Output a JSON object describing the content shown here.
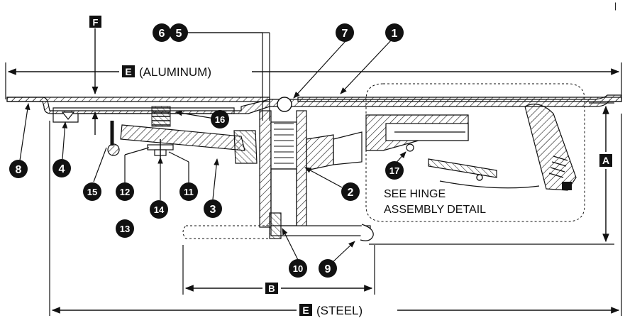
{
  "corner_mark": "|",
  "dimensions": {
    "e_top": {
      "letter": "E",
      "label": "(ALUMINUM)"
    },
    "e_bottom": {
      "letter": "E",
      "label": "(STEEL)"
    },
    "a": {
      "letter": "A"
    },
    "b": {
      "letter": "B"
    },
    "f": {
      "letter": "F"
    }
  },
  "callouts": [
    "1",
    "2",
    "3",
    "4",
    "5",
    "6",
    "7",
    "8",
    "9",
    "10",
    "11",
    "12",
    "13",
    "14",
    "15",
    "16",
    "17"
  ],
  "hinge_note": {
    "line1": "SEE HINGE",
    "line2": "ASSEMBLY DETAIL"
  },
  "colors": {
    "ink": "#111111",
    "fill_light": "#ffffff",
    "hatch": "#222222"
  }
}
